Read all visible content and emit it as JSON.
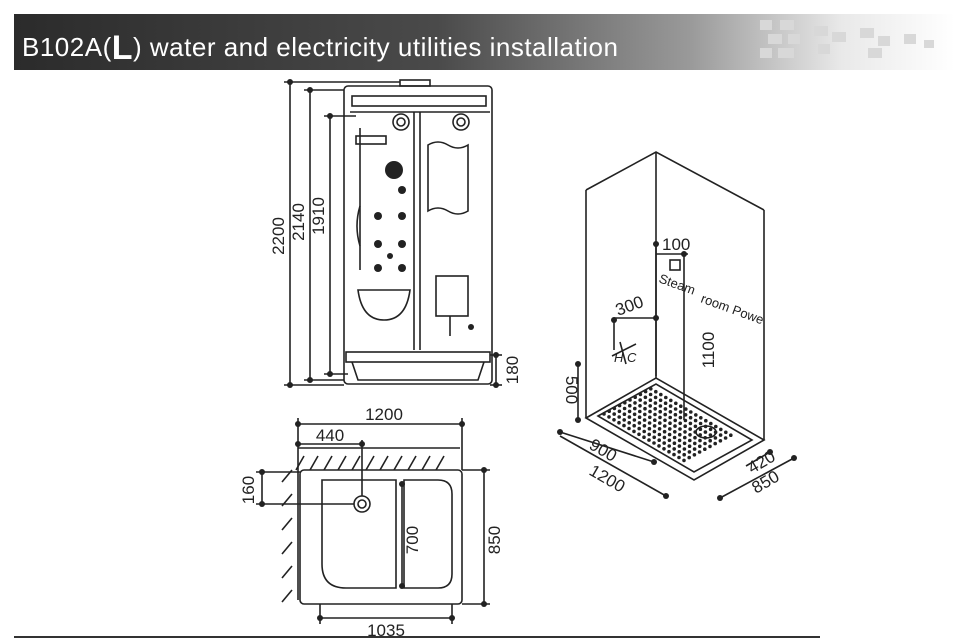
{
  "header": {
    "title_prefix": "B102A(",
    "title_letter": "L",
    "title_suffix": ") water and electricity utilities installation"
  },
  "front_view": {
    "dim_total_height": "2200",
    "dim_height_2": "2140",
    "dim_height_3": "1910",
    "dim_base": "180"
  },
  "plan_view": {
    "dim_top_width": "1200",
    "dim_drain_offset_x": "440",
    "dim_drain_offset_y": "160",
    "dim_inner_depth": "700",
    "dim_outer_depth": "850",
    "dim_bottom_width": "1035"
  },
  "iso_view": {
    "dim_100": "100",
    "dim_300": "300",
    "dim_1100": "1100",
    "dim_500": "500",
    "dim_900": "900",
    "dim_1200": "1200",
    "dim_420": "420",
    "dim_850": "850",
    "label_steam": "Steam",
    "label_room_power": "room Powe",
    "label_hc": "H C"
  },
  "colors": {
    "line": "#222222",
    "banner_dark": "#2b2b2b",
    "tile_light": "#d8d8d8"
  }
}
